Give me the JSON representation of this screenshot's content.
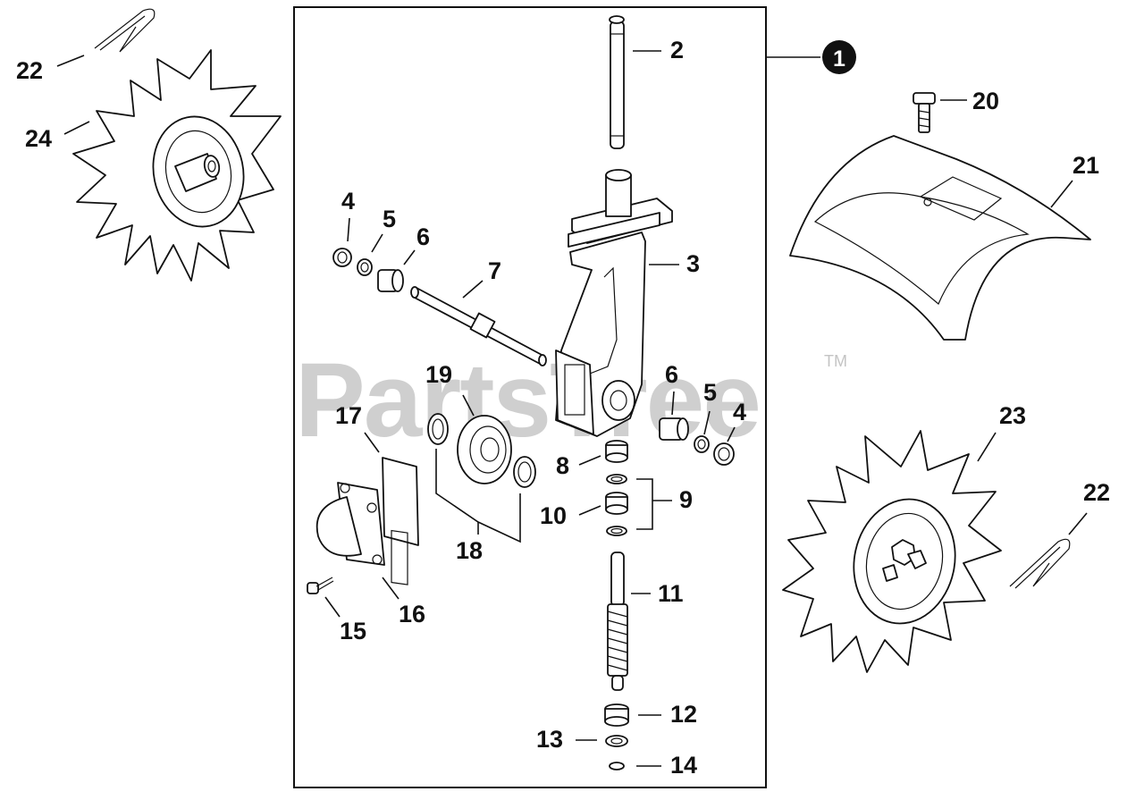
{
  "diagram": {
    "watermark": "PartsTree",
    "trademark": "TM",
    "assembly_callout": "1",
    "labels": {
      "p2": "2",
      "p3": "3",
      "p4a": "4",
      "p4b": "4",
      "p5a": "5",
      "p5b": "5",
      "p6a": "6",
      "p6b": "6",
      "p7": "7",
      "p8": "8",
      "p9": "9",
      "p10": "10",
      "p11": "11",
      "p12": "12",
      "p13": "13",
      "p14": "14",
      "p15": "15",
      "p16": "16",
      "p17": "17",
      "p18": "18",
      "p19": "19",
      "p20": "20",
      "p21": "21",
      "p22a": "22",
      "p22b": "22",
      "p23": "23",
      "p24": "24"
    }
  }
}
